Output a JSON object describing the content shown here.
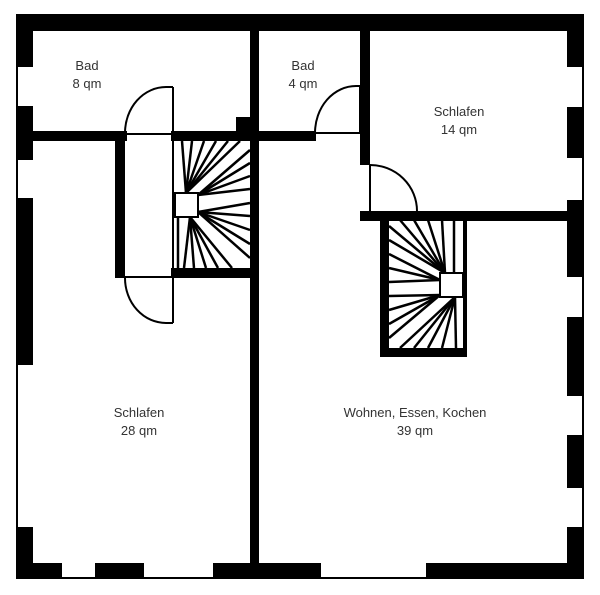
{
  "rooms": {
    "bad_small_left": {
      "name": "Bad",
      "area": "8 qm"
    },
    "bad_small_right": {
      "name": "Bad",
      "area": "4 qm"
    },
    "schlafen_14": {
      "name": "Schlafen",
      "area": "14 qm"
    },
    "schlafen_28": {
      "name": "Schlafen",
      "area": "28 qm"
    },
    "wohnen": {
      "name": "Wohnen, Essen, Kochen",
      "area": "39 qm"
    }
  },
  "colors": {
    "wall": "#000000",
    "text": "#333333",
    "background": "#ffffff"
  }
}
